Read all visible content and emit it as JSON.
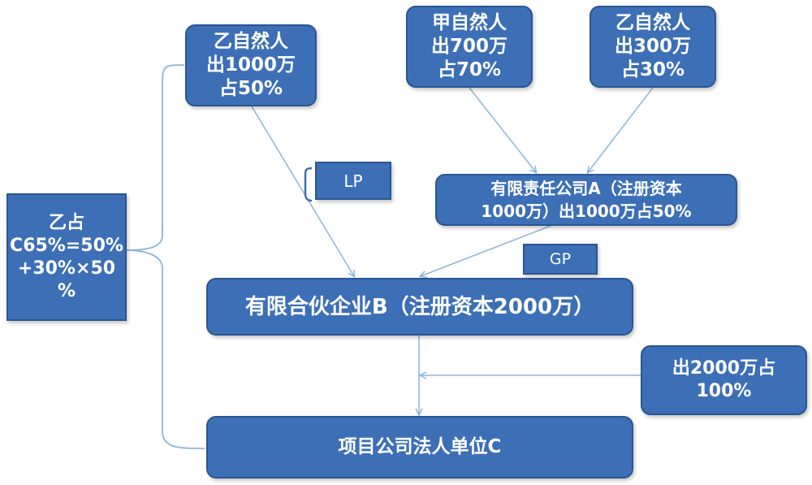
{
  "nodes": {
    "yi_person": {
      "text": "乙自然人\n出1000万\n占50%"
    },
    "jia_person": {
      "text": "甲自然人\n出700万\n占70%"
    },
    "yi_person2": {
      "text": "乙自然人\n出300万\n占30%"
    },
    "yi_share": {
      "text": "乙占\nC65%=50%\n+30%×50\n%"
    },
    "lp": {
      "text": "LP"
    },
    "company_a": {
      "text": "有限责任公司A（注册资本\n1000万）出1000万占50%"
    },
    "gp": {
      "text": "GP"
    },
    "partnership_b": {
      "text": "有限合伙企业B（注册资本2000万）"
    },
    "contribution": {
      "text": "出2000万占\n100%"
    },
    "project_c": {
      "text": "项目公司法人单位C"
    }
  },
  "colors": {
    "box_fill": "#3d6fb6",
    "box_border": "#2b5590",
    "connector": "#8db4d9",
    "text": "#ffffff"
  }
}
